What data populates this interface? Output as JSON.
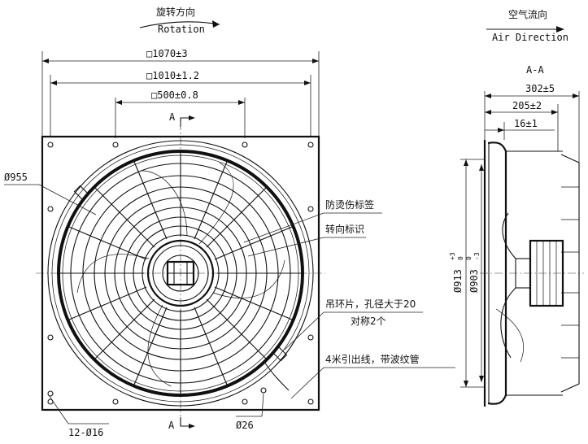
{
  "rotation": {
    "cn": "旋转方向",
    "en": "Rotation"
  },
  "airflow": {
    "cn": "空气流向",
    "en": "Air Direction"
  },
  "section": {
    "title": "A-A",
    "marker": "A"
  },
  "dims": {
    "d1070": "□1070±3",
    "d1010": "□1010±1.2",
    "d500": "□500±0.8",
    "d955": "Ø955",
    "d302": "302±5",
    "d205": "205±2",
    "d16": "16±1",
    "d913": "Ø913",
    "d913_tol_up": "+3",
    "d913_tol_lo": "0",
    "d903": "Ø903",
    "d903_tol_up": "0",
    "d903_tol_lo": "-3",
    "holes": "12-Ø16",
    "d26": "Ø26"
  },
  "callouts": {
    "scald_label": "防烫伤标签",
    "rotation_mark": "转向标识",
    "lifting_ring_1": "吊环片，孔径大于20",
    "lifting_ring_2": "对称2个",
    "lead_wire": "4米引出线，带波纹管"
  }
}
